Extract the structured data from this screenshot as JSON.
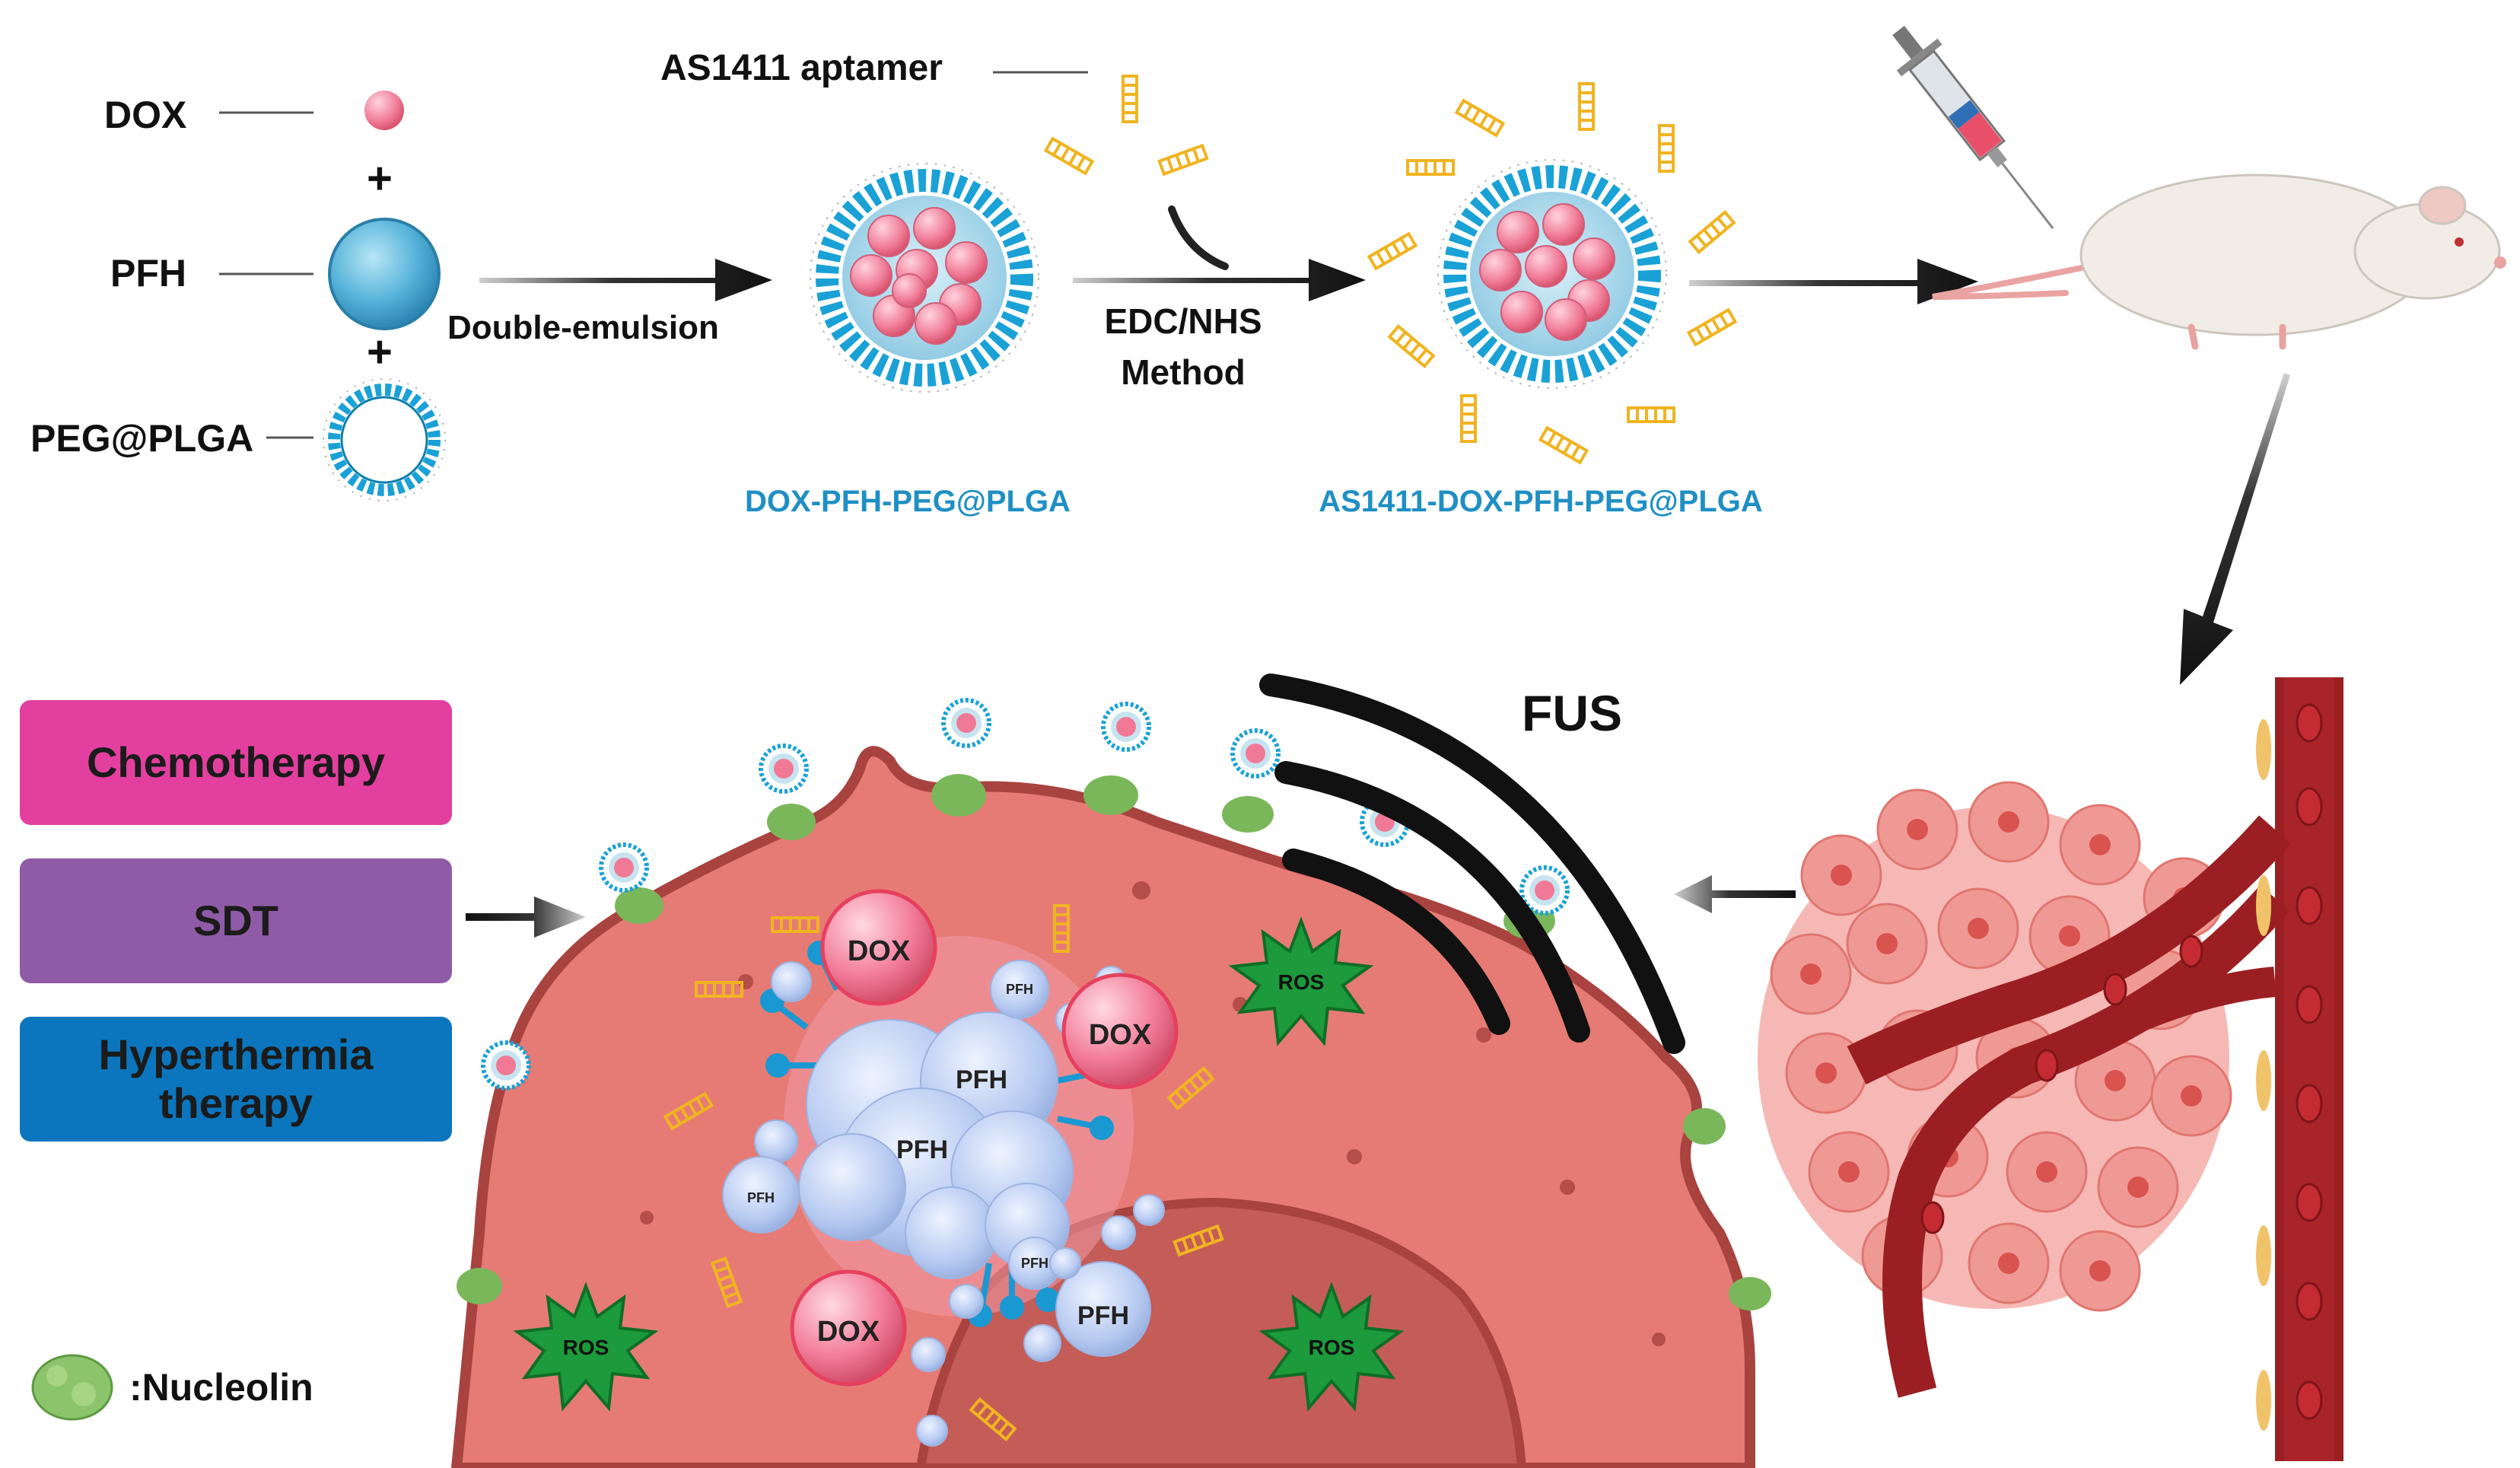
{
  "inputs": {
    "dox_label": "DOX",
    "pfh_label": "PFH",
    "plga_label": "PEG@PLGA",
    "plus_sign": "+"
  },
  "steps": {
    "double_emulsion": "Double-emulsion",
    "aptamer_label": "AS1411 aptamer",
    "edc_line1": "EDC/NHS",
    "edc_line2": "Method"
  },
  "products": {
    "dox_pfh_plga": "DOX-PFH-PEG@PLGA",
    "as1411_dox_pfh_plga": "AS1411-DOX-PFH-PEG@PLGA"
  },
  "fus_label": "FUS",
  "therapies": {
    "chemo": "Chemotherapy",
    "sdt": "SDT",
    "hyper_line1": "Hyperthermia",
    "hyper_line2": "therapy"
  },
  "cell_labels": {
    "dox": "DOX",
    "pfh": "PFH",
    "ros": "ROS"
  },
  "legend": {
    "nucleolin": ":Nucleolin"
  },
  "colors": {
    "dox_pink": "#f07a96",
    "pfh_blue": "#5ab6dc",
    "membrane_blue": "#1aa1d6",
    "aptamer_gold": "#f0b421",
    "cell_body": "#e67b75",
    "cell_edge": "#a8433f",
    "ros_green": "#1d9a3b",
    "vessel_red": "#9b1f22",
    "chemo": "#e33f9e",
    "sdt": "#8f5ba6",
    "hyper": "#0b76bd",
    "product_label": "#1f8fc4"
  }
}
